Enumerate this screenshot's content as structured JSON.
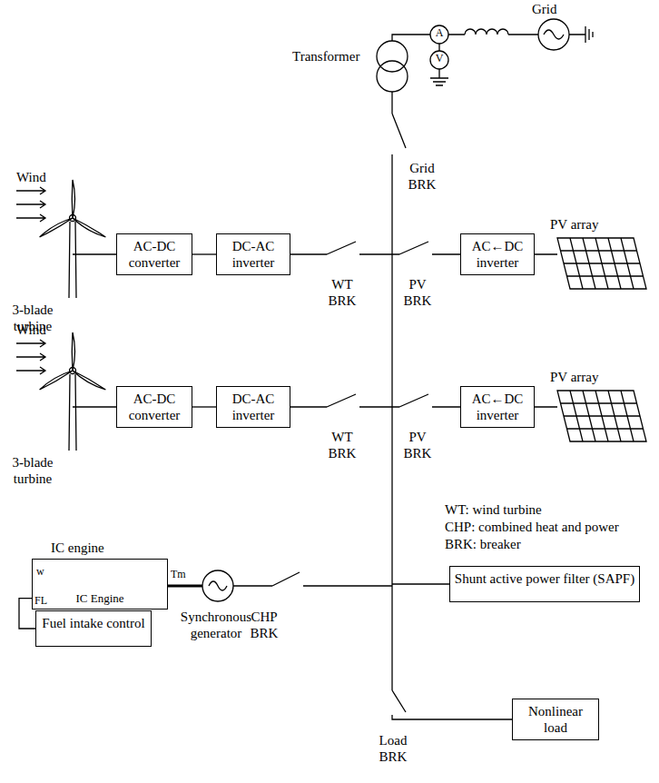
{
  "diagram": {
    "nodes": [
      {
        "text": [
          "AC-DC converter"
        ]
      },
      {
        "text": [
          "DC-AC inverter"
        ]
      },
      {
        "text": [
          "AC←DC inverter"
        ]
      },
      {
        "text": [
          "AC-DC converter"
        ]
      },
      {
        "text": [
          "DC-AC inverter"
        ]
      },
      {
        "text": [
          "AC←DC inverter"
        ]
      },
      {
        "text": [
          "IC engine",
          "IC Engine"
        ]
      },
      {
        "text": [
          "Fuel intake control"
        ]
      },
      {
        "text": [
          "Shunt active power filter (SAPF)"
        ]
      },
      {
        "text": [
          "Nonlinear load"
        ]
      }
    ],
    "edges": [
      {
        "from": 0,
        "to": 1,
        "arrow": "none"
      },
      {
        "from": 3,
        "to": 4,
        "arrow": "none"
      },
      {
        "from": 7,
        "to": 6,
        "arrow": "none"
      }
    ],
    "labels": [
      "Grid",
      "A",
      "V",
      "Transformer",
      "Grid BRK",
      "Wind",
      "3-blade turbine",
      "WT BRK",
      "PV BRK",
      "PV array",
      "Wind",
      "3-blade turbine",
      "WT BRK",
      "PV BRK",
      "PV array",
      "WT: wind turbine",
      "CHP: combined heat and power",
      "BRK: breaker",
      "w",
      "FL",
      "Tm",
      "Synchronous generator",
      "CHP BRK",
      "Load BRK"
    ]
  }
}
